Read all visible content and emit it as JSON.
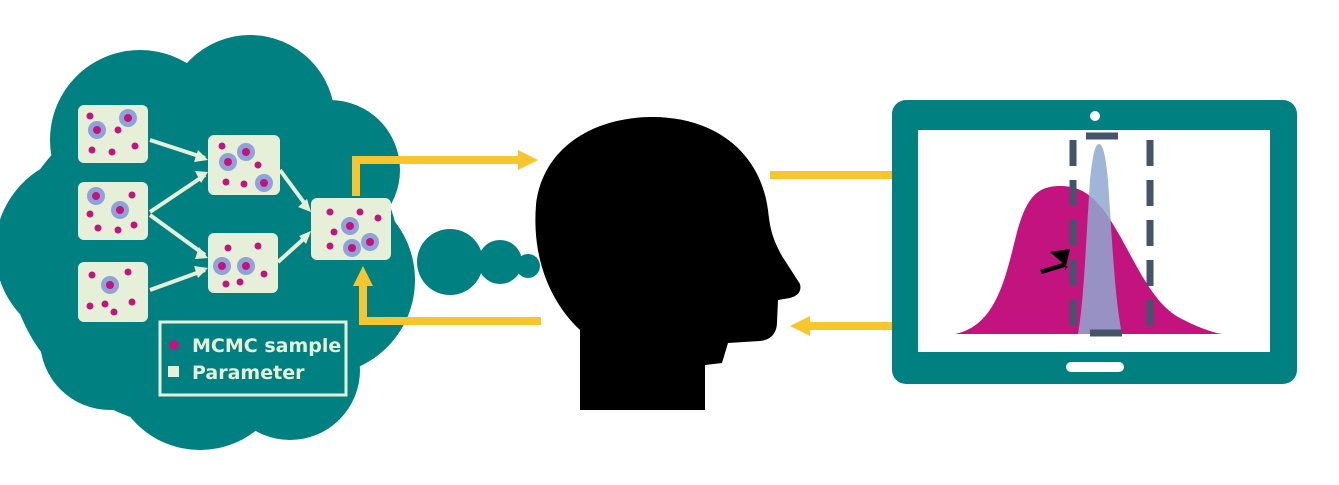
{
  "legend": {
    "items": [
      {
        "label": "MCMC sample",
        "marker": "dot"
      },
      {
        "label": "Parameter",
        "marker": "square"
      }
    ]
  },
  "colors": {
    "cloud": "#008080",
    "node_fill": "#e6f0d9",
    "sample": "#c3137f",
    "sample_halo": "#8fa3d8",
    "arrow": "#f8c52c",
    "tablet": "#008080",
    "curve_wide": "#c3137f",
    "curve_narrow": "#8fa8d0",
    "dashed": "#44546a",
    "head": "#000000"
  },
  "icons": [
    "thought-cloud-icon",
    "human-head-icon",
    "tablet-icon",
    "cursor-arrow-icon"
  ]
}
